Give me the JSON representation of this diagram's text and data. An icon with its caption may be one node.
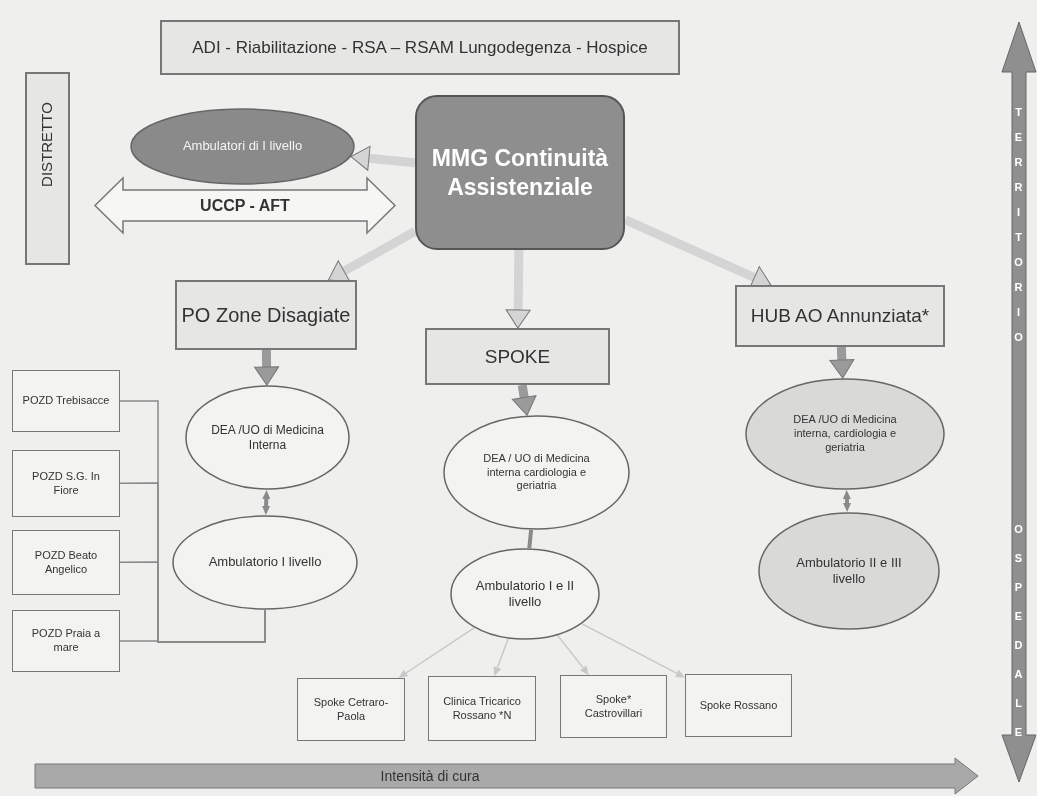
{
  "diagram": {
    "nodes": [
      {
        "text": [
          "ADI - Riabilitazione - RSA – RSAM Lungodegenza - Hospice"
        ]
      },
      {
        "text": [
          "DISTRETTO"
        ]
      },
      {
        "text": [
          "Ambulatori di I livello"
        ]
      },
      {
        "text": [
          "UCCP - AFT"
        ]
      },
      {
        "text": [
          "MMG Continuità Assistenziale"
        ]
      },
      {
        "text": [
          "PO Zone Disagiate"
        ]
      },
      {
        "text": [
          "SPOKE"
        ]
      },
      {
        "text": [
          "HUB AO Annunziata*"
        ]
      },
      {
        "text": [
          "DEA /UO di Medicina Interna"
        ]
      },
      {
        "text": [
          "Ambulatorio I livello"
        ]
      },
      {
        "text": [
          "DEA / UO di Medicina interna cardiologia e geriatria"
        ]
      },
      {
        "text": [
          "Ambulatorio I e II livello"
        ]
      },
      {
        "text": [
          "DEA /UO di Medicina interna, cardiologia e geriatria"
        ]
      },
      {
        "text": [
          "Ambulatorio II e III livello"
        ]
      },
      {
        "text": [
          "POZD Trebisacce"
        ]
      },
      {
        "text": [
          "POZD S.G. In Fiore"
        ]
      },
      {
        "text": [
          "POZD Beato Angelico"
        ]
      },
      {
        "text": [
          "POZD Praia a mare"
        ]
      },
      {
        "text": [
          "Spoke Cetraro-Paola"
        ]
      },
      {
        "text": [
          "Clinica Tricarico Rossano *N"
        ]
      },
      {
        "text": [
          "Spoke* Castrovillari"
        ]
      },
      {
        "text": [
          "Spoke Rossano"
        ]
      }
    ],
    "edges": [
      {
        "from": 4,
        "to": 2,
        "arrow": "to",
        "style": "thick",
        "color": "#d4d4d4"
      },
      {
        "from": 4,
        "to": 5,
        "arrow": "to",
        "style": "thick",
        "color": "#d4d4d4"
      },
      {
        "from": 4,
        "to": 6,
        "arrow": "to",
        "style": "thick",
        "color": "#d4d4d4"
      },
      {
        "from": 4,
        "to": 7,
        "arrow": "to",
        "style": "thick",
        "color": "#d4d4d4"
      },
      {
        "from": 5,
        "to": 8,
        "arrow": "to",
        "style": "thick"
      },
      {
        "from": 6,
        "to": 10,
        "arrow": "to",
        "style": "thick"
      },
      {
        "from": 7,
        "to": 12,
        "arrow": "to",
        "style": "thick"
      },
      {
        "from": 8,
        "to": 9,
        "arrow": "both"
      },
      {
        "from": 10,
        "to": 11,
        "arrow": "none"
      },
      {
        "from": 12,
        "to": 13,
        "arrow": "both"
      },
      {
        "from": 14,
        "to": 9,
        "arrow": "none"
      },
      {
        "from": 15,
        "to": 9,
        "arrow": "none"
      },
      {
        "from": 16,
        "to": 9,
        "arrow": "none"
      },
      {
        "from": 17,
        "to": 9,
        "arrow": "none"
      },
      {
        "from": 11,
        "to": 18,
        "arrow": "to",
        "color": "#c8c8c8"
      },
      {
        "from": 11,
        "to": 19,
        "arrow": "to",
        "color": "#c8c8c8"
      },
      {
        "from": 11,
        "to": 20,
        "arrow": "to",
        "color": "#c8c8c8"
      },
      {
        "from": 11,
        "to": 21,
        "arrow": "to",
        "color": "#c8c8c8"
      }
    ],
    "labels": [
      "TERRITORIO",
      "OSPEDALE",
      "Intensità di cura"
    ]
  }
}
